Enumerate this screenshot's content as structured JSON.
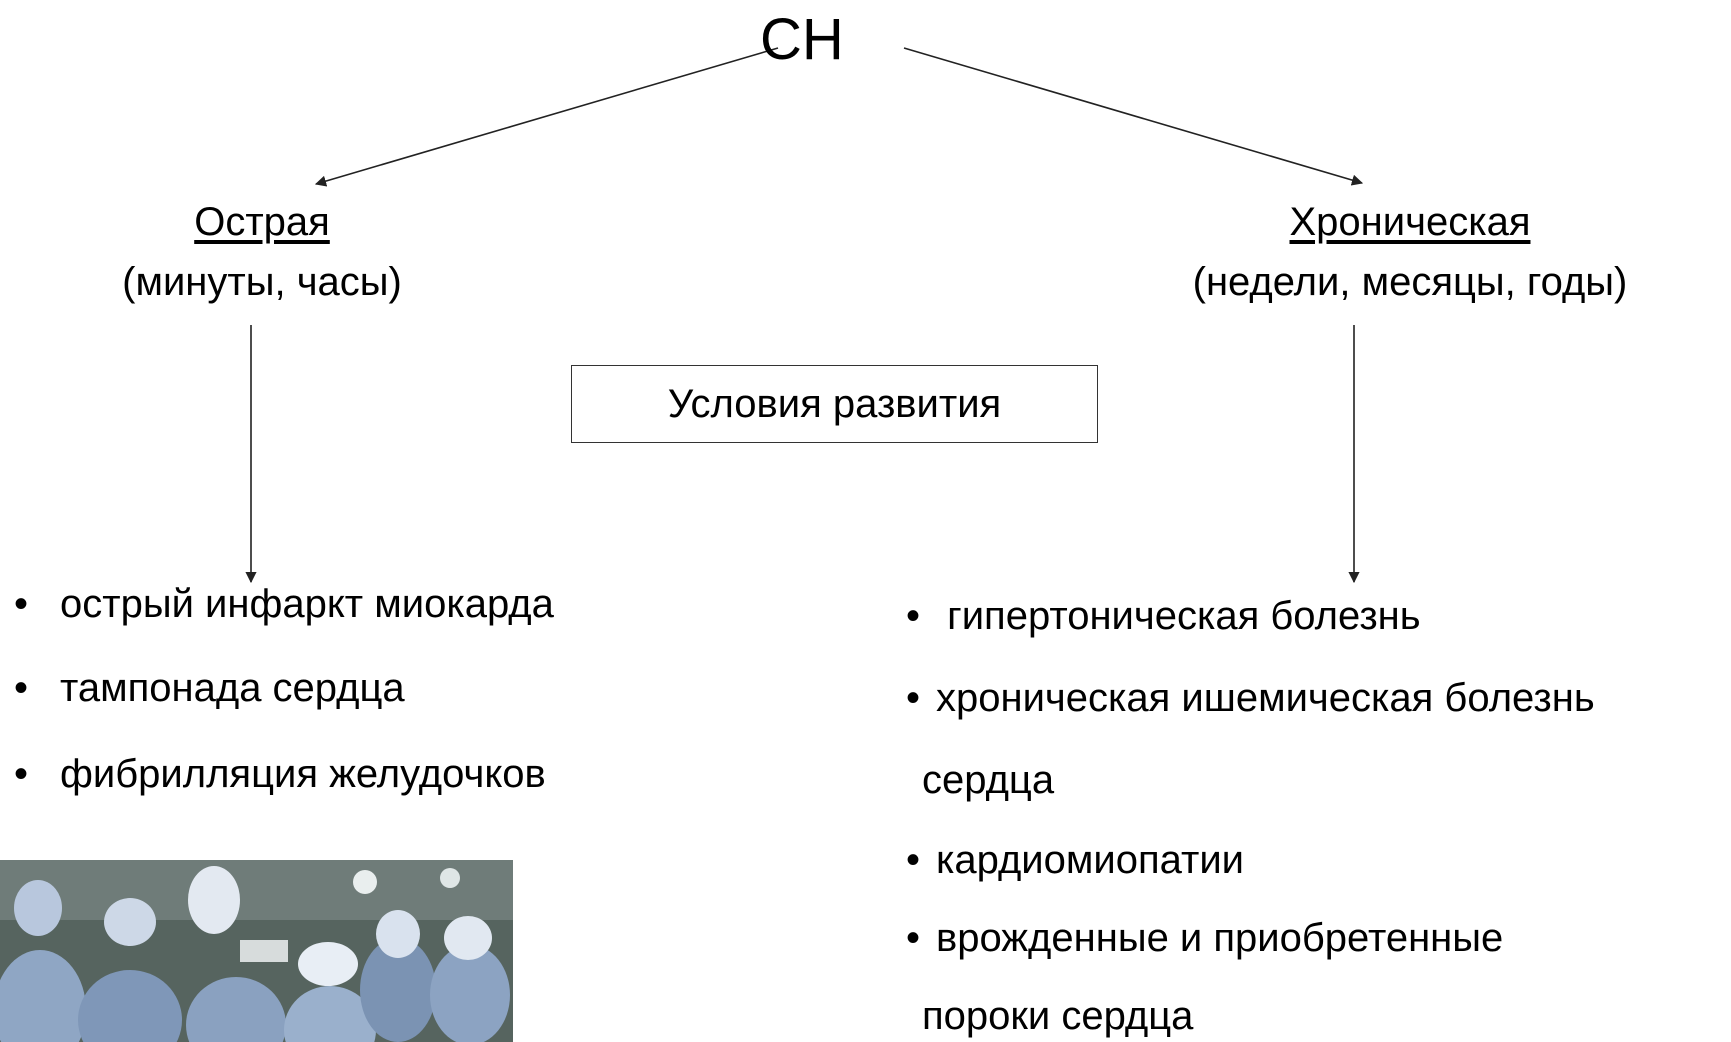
{
  "root": {
    "label": "СН"
  },
  "branches": {
    "acute": {
      "title": "Острая",
      "subtitle": "(минуты, часы)"
    },
    "chronic": {
      "title": "Хроническая",
      "subtitle": "(недели, месяцы, годы)"
    }
  },
  "center_box": {
    "label": "Условия развития"
  },
  "lists": {
    "acute": [
      "острый инфаркт миокарда",
      "тампонада сердца",
      "фибрилляция желудочков"
    ],
    "chronic": [
      " гипертоническая болезнь",
      "хроническая ишемическая болезнь",
      "сердца",
      "кардиомиопатии",
      "врожденные и приобретенные",
      "пороки сердца"
    ]
  },
  "bullet_char": "•",
  "colors": {
    "text": "#000000",
    "line": "#222222",
    "background": "#ffffff"
  }
}
